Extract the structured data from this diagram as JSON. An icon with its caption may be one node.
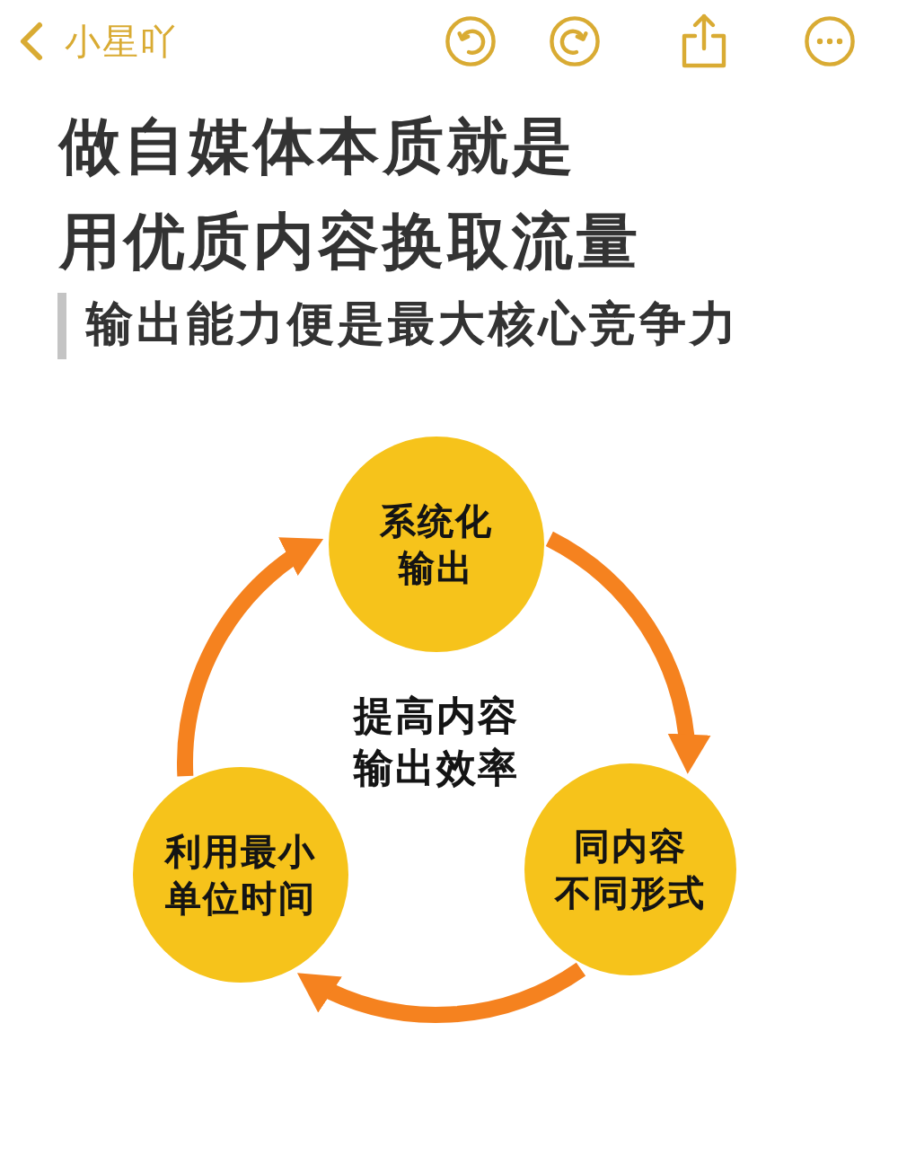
{
  "diagram": {
    "title": "做自媒体本质就是用优质内容换取流量",
    "nodes": [
      {
        "text": [
          "系统化输出"
        ]
      },
      {
        "text": [
          "同内容不同形式"
        ]
      },
      {
        "text": [
          "利用最小单位时间"
        ]
      }
    ],
    "edges": [
      {
        "from": 0,
        "to": 1,
        "arrow": "to"
      },
      {
        "from": 1,
        "to": 2,
        "arrow": "to"
      },
      {
        "from": 2,
        "to": 0,
        "arrow": "to"
      }
    ],
    "labels": [
      "小星吖",
      "输出能力便是最大核心竞争力",
      "提高内容输出效率"
    ]
  }
}
